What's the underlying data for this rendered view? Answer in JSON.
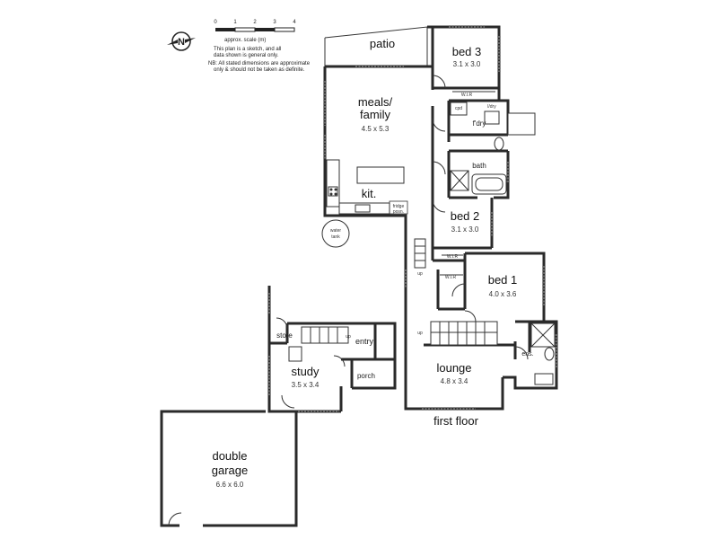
{
  "scale": {
    "ticks": [
      "0",
      "1",
      "2",
      "3",
      "4"
    ],
    "label": "approx. scale (m)",
    "compass": "N",
    "note_lines": [
      "This plan is a sketch, and all",
      "data shown is general only.",
      "NB: All stated dimensions are approximate",
      "only & should not be taken as definite."
    ]
  },
  "rooms": {
    "patio": {
      "name": "patio"
    },
    "bed3": {
      "name": "bed 3",
      "dims": "3.1 x 3.0"
    },
    "meals": {
      "name1": "meals/",
      "name2": "family",
      "dims": "4.5 x 5.3"
    },
    "fdry": {
      "name": "f'dry"
    },
    "bath": {
      "name": "bath"
    },
    "kit": {
      "name": "kit."
    },
    "bed2": {
      "name": "bed 2",
      "dims": "3.1 x 3.0"
    },
    "bed1": {
      "name": "bed 1",
      "dims": "4.0 x 3.6"
    },
    "store": {
      "name": "store"
    },
    "entry": {
      "name": "entry"
    },
    "study": {
      "name": "study",
      "dims": "3.5 x 3.4"
    },
    "porch": {
      "name": "porch"
    },
    "lounge": {
      "name": "lounge",
      "dims": "4.8 x 3.4"
    },
    "ens": {
      "name": "ens."
    },
    "garage": {
      "name1": "double",
      "name2": "garage",
      "dims": "6.6 x 6.0"
    }
  },
  "labels": {
    "wir1": "W.I.R",
    "wir2": "W.I.R",
    "wir3": "W.I.R",
    "cpd": "cpd",
    "lindry": "l/dry",
    "fridge1": "fridge",
    "fridge2": "posn.",
    "tank1": "water",
    "tank2": "tank",
    "up1": "up",
    "up2": "up",
    "up3": "up",
    "first_floor": "first floor"
  }
}
